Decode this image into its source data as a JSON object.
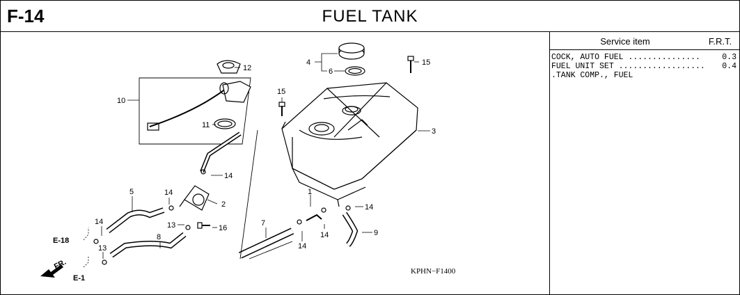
{
  "header": {
    "code": "F-14",
    "title": "FUEL TANK"
  },
  "service_table": {
    "col_item": "Service item",
    "col_frt": "F.R.T.",
    "rows": [
      {
        "name": "COCK, AUTO FUEL ...............",
        "frt": "0.3"
      },
      {
        "name": "FUEL UNIT SET ..................",
        "frt": "0.4"
      },
      {
        "name": ".TANK COMP., FUEL",
        "frt": ""
      }
    ]
  },
  "diagram": {
    "figure_code": "KPHN−F1400",
    "direction_label": "FR.",
    "ref_codes": {
      "e18": "E-18",
      "e1": "E-1"
    },
    "callouts": {
      "c1": "1",
      "c2": "2",
      "c3": "3",
      "c4": "4",
      "c5": "5",
      "c6": "6",
      "c7": "7",
      "c8": "8",
      "c9": "9",
      "c10": "10",
      "c11": "11",
      "c12": "12",
      "c13a": "13",
      "c13b": "13",
      "c14a": "14",
      "c14b": "14",
      "c14c": "14",
      "c14d": "14",
      "c14e": "14",
      "c14f": "14",
      "c15a": "15",
      "c15b": "15",
      "c16": "16"
    }
  }
}
